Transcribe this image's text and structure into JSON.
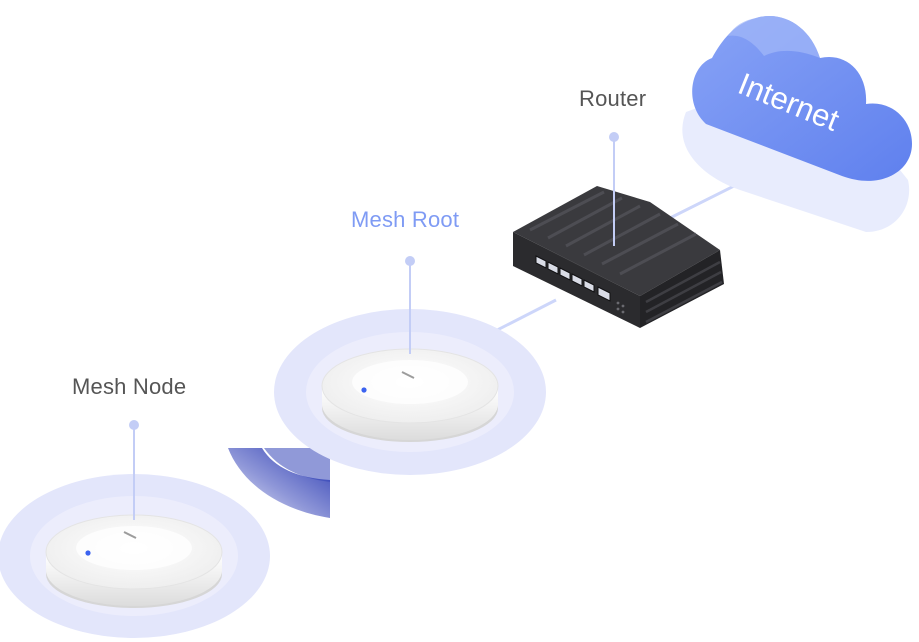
{
  "labels": {
    "internet": "Internet",
    "router": "Router",
    "mesh_root": "Mesh Root",
    "mesh_node": "Mesh Node"
  },
  "colors": {
    "background": "#ffffff",
    "cloud_front": "#6f8ff2",
    "cloud_top": "#8fa8f6",
    "cloud_side": "#e8ecfd",
    "link_line": "#cdd6fa",
    "pin": "#c3cdf6",
    "signal_halo": "#e3e6fb",
    "wifi_arc_dark": "#3446b8",
    "wifi_arc_light": "#eceefb",
    "router_body": "#2b2b2e",
    "router_stripe": "#4a4a4f",
    "device_shell": "#f7f7f7",
    "device_led": "#3b63f0",
    "label_text": "#555555",
    "label_accent": "#7f9bf4"
  },
  "icons": {
    "cloud": "cloud-icon",
    "router": "router-icon",
    "mesh_device": "mesh-access-point-icon",
    "wireless_signal": "wifi-signal-icon"
  }
}
